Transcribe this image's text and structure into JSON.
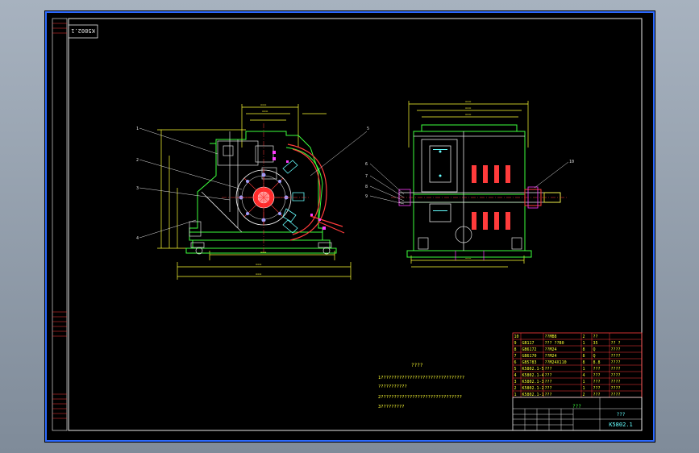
{
  "drawing": {
    "rotated_code": "K5802.1",
    "drawing_code": "K5802.1",
    "drawing_name": "???",
    "company": "???",
    "notes_title": "????",
    "notes": [
      "1????????????????????????????????",
      "???????????",
      "2???????????????????????????????",
      "3?????????"
    ],
    "left_leader_labels": [
      "1",
      "2",
      "3",
      "4",
      "5"
    ],
    "right_leader_labels": [
      "6",
      "7",
      "8",
      "9",
      "10"
    ],
    "parts": [
      {
        "no": "10",
        "code": "",
        "name": "??MB8",
        "qty": "2",
        "mat": "??",
        "note": ""
      },
      {
        "no": "9",
        "code": "GB117",
        "name": "??? ??B0",
        "qty": "1",
        "mat": "35",
        "note": "?? ?"
      },
      {
        "no": "8",
        "code": "GB6172",
        "name": "??M24",
        "qty": "8",
        "mat": "Q",
        "note": "????"
      },
      {
        "no": "7",
        "code": "GB6170",
        "name": "??M24",
        "qty": "8",
        "mat": "Q",
        "note": "????"
      },
      {
        "no": "6",
        "code": "GB5783",
        "name": "??M24X110",
        "qty": "8",
        "mat": "8.8",
        "note": "????"
      },
      {
        "no": "5",
        "code": "K5802.1-5",
        "name": "???",
        "qty": "1",
        "mat": "???",
        "note": "????"
      },
      {
        "no": "4",
        "code": "K5802.1-4",
        "name": "???",
        "qty": "4",
        "mat": "???",
        "note": "????"
      },
      {
        "no": "3",
        "code": "K5802.1-3",
        "name": "???",
        "qty": "1",
        "mat": "???",
        "note": "????"
      },
      {
        "no": "2",
        "code": "K5802.1-2",
        "name": "???",
        "qty": "1",
        "mat": "???",
        "note": "????"
      },
      {
        "no": "1",
        "code": "K5802.1-1",
        "name": "???",
        "qty": "2",
        "mat": "???",
        "note": "????"
      }
    ]
  }
}
